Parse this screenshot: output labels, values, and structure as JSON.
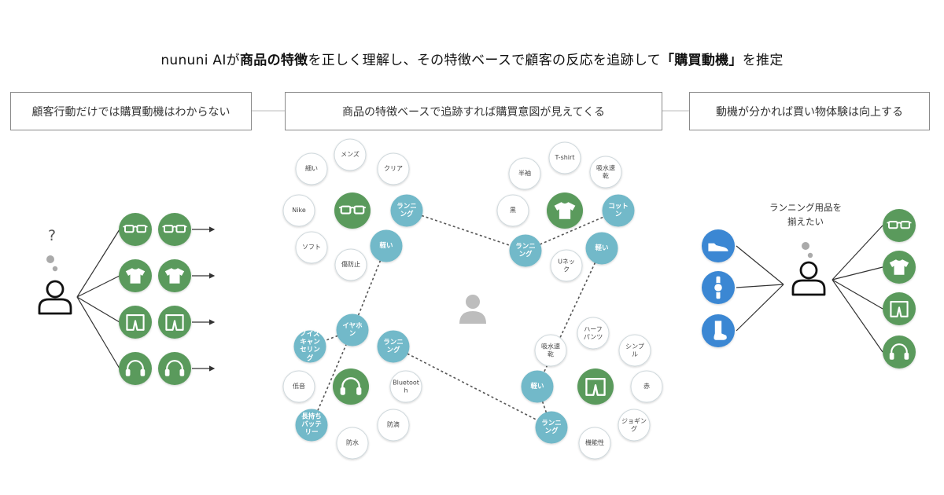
{
  "title": {
    "segments": [
      {
        "text": "nununi AIが",
        "bold": false
      },
      {
        "text": "商品の特徴",
        "bold": true
      },
      {
        "text": "を正しく理解し、その特徴ベースで顧客の反応を追跡して",
        "bold": false
      },
      {
        "text": "「購買動機」",
        "bold": true
      },
      {
        "text": "を推定",
        "bold": false
      }
    ]
  },
  "headers": [
    "顧客行動だけでは購買動機はわからない",
    "商品の特徴ベースで追跡すれば購買意図が見えてくる",
    "動機が分かれば買い物体験は向上する"
  ],
  "left": {
    "question_mark": "?",
    "rows": [
      {
        "icon": "glasses-icon"
      },
      {
        "icon": "tshirt-icon"
      },
      {
        "icon": "shorts-icon"
      },
      {
        "icon": "headphones-icon"
      }
    ]
  },
  "clusters": [
    {
      "product_icon": "glasses-icon",
      "features": [
        {
          "text": "メンズ",
          "highlight": false
        },
        {
          "text": "クリア",
          "highlight": false
        },
        {
          "text": "細い",
          "highlight": false
        },
        {
          "text": "Nike",
          "highlight": false
        },
        {
          "text": "ソフト",
          "highlight": false
        },
        {
          "text": "傷防止",
          "highlight": false
        },
        {
          "text": "ランニ\nング",
          "highlight": true
        },
        {
          "text": "軽い",
          "highlight": true
        }
      ]
    },
    {
      "product_icon": "tshirt-icon",
      "features": [
        {
          "text": "T-shirt",
          "highlight": false
        },
        {
          "text": "吸水速\n乾",
          "highlight": false
        },
        {
          "text": "半袖",
          "highlight": false
        },
        {
          "text": "黒",
          "highlight": false
        },
        {
          "text": "Uネッ\nク",
          "highlight": false
        },
        {
          "text": "コット\nン",
          "highlight": true
        },
        {
          "text": "ランニ\nング",
          "highlight": true
        },
        {
          "text": "軽い",
          "highlight": true
        }
      ]
    },
    {
      "product_icon": "headphones-icon",
      "features": [
        {
          "text": "イヤホ\nン",
          "highlight": true
        },
        {
          "text": "ノイズ\nキャン\nセリン\nグ",
          "highlight": true
        },
        {
          "text": "ランニ\nング",
          "highlight": true
        },
        {
          "text": "低音",
          "highlight": false
        },
        {
          "text": "Bluetoot\nh",
          "highlight": false
        },
        {
          "text": "長持ち\nバッテ\nリー",
          "highlight": true
        },
        {
          "text": "防滴",
          "highlight": false
        },
        {
          "text": "防水",
          "highlight": false
        }
      ]
    },
    {
      "product_icon": "shorts-icon",
      "features": [
        {
          "text": "ハーフ\nパンツ",
          "highlight": false
        },
        {
          "text": "吸水速\n乾",
          "highlight": false
        },
        {
          "text": "シンプ\nル",
          "highlight": false
        },
        {
          "text": "軽い",
          "highlight": true
        },
        {
          "text": "赤",
          "highlight": false
        },
        {
          "text": "ジョギン\nグ",
          "highlight": false
        },
        {
          "text": "ランニ\nング",
          "highlight": true
        },
        {
          "text": "機能性",
          "highlight": false
        }
      ]
    }
  ],
  "right": {
    "label": "ランニング用品を\n揃えたい",
    "inputs": [
      {
        "icon": "shoe-icon"
      },
      {
        "icon": "watch-icon"
      },
      {
        "icon": "sock-icon"
      }
    ],
    "outputs": [
      {
        "icon": "glasses-icon"
      },
      {
        "icon": "tshirt-icon"
      },
      {
        "icon": "shorts-icon"
      },
      {
        "icon": "headphones-icon"
      }
    ]
  },
  "colors": {
    "green": "#5a9a5c",
    "teal": "#72b9c9",
    "blue": "#3a87d3",
    "line": "#333333",
    "node_border": "#cfd8dc",
    "person": "#bdbdbd"
  }
}
